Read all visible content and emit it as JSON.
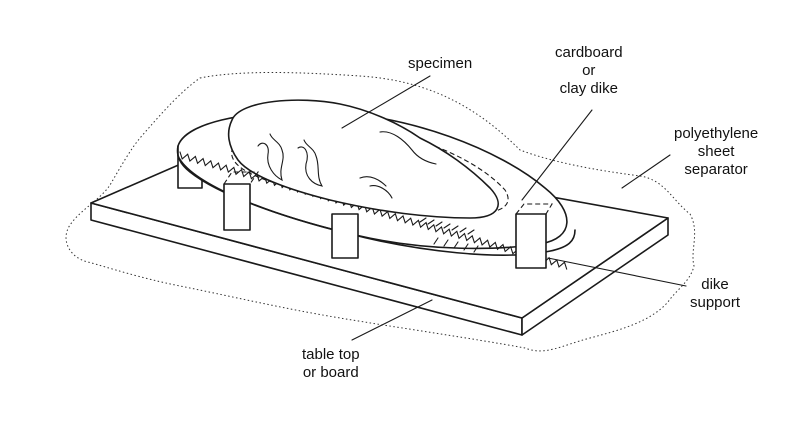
{
  "labels": {
    "specimen": "specimen",
    "dike": [
      "cardboard",
      "or",
      "clay dike"
    ],
    "separator": [
      "polyethylene",
      "sheet",
      "separator"
    ],
    "support": [
      "dike",
      "support"
    ],
    "table": [
      "table top",
      "or board"
    ]
  },
  "colors": {
    "ink": "#1a1a1a",
    "background": "#ffffff"
  }
}
